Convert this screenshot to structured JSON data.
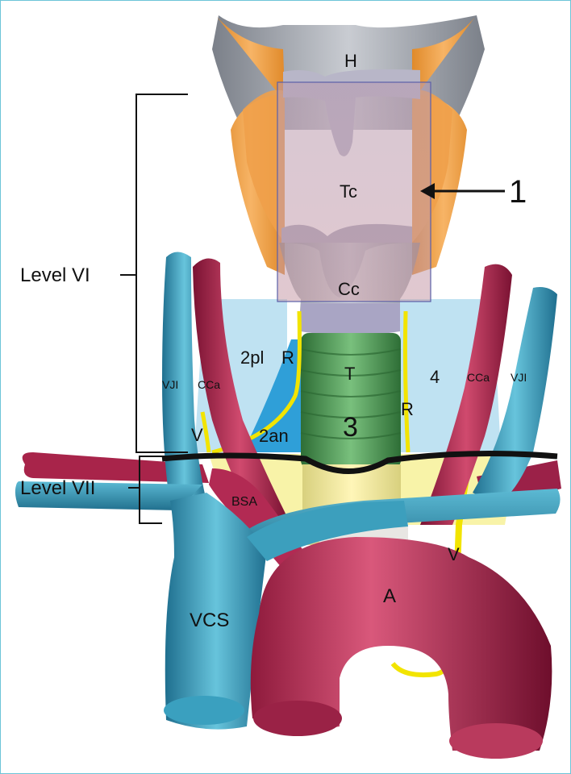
{
  "labels": {
    "level_vi": "Level VI",
    "level_vii": "Level VII",
    "hyoid": "H",
    "thyroid_cartilage": "Tc",
    "cricoid_cartilage": "Cc",
    "trachea": "T",
    "region_1": "1",
    "region_2pl": "2pl",
    "region_2an": "2an",
    "region_3": "3",
    "region_4": "4",
    "nerve_left": "R",
    "nerve_right": "R",
    "vji_left": "VJI",
    "vji_right": "VJI",
    "cca_left": "CCa",
    "cca_right": "CCa",
    "vagus_left": "V",
    "vagus_right": "V",
    "bsa": "BSA",
    "vcs": "VCS",
    "aorta": "A"
  },
  "colors": {
    "frame": "#6cc4d8",
    "vein": "#3b9cba",
    "artery": "#a8244a",
    "cartilage": "#f2a54a",
    "trachea": "#4f9a55",
    "nerve": "#f2e400",
    "compartment": "#bfe2f2"
  }
}
